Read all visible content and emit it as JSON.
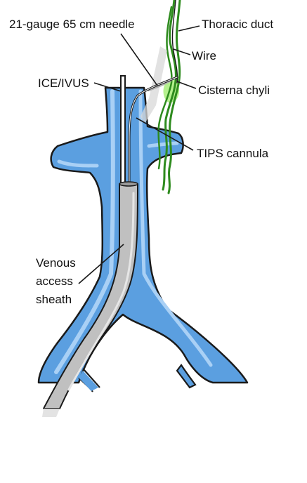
{
  "labels": {
    "needle": "21-gauge 65 cm needle",
    "thoracic_duct": "Thoracic duct",
    "wire": "Wire",
    "ice_ivus": "ICE/IVUS",
    "cisterna_chyli": "Cisterna chyli",
    "tips_cannula": "TIPS cannula",
    "sheath_line1": "Venous",
    "sheath_line2": "access",
    "sheath_line3": "sheath"
  },
  "colors": {
    "vein_fill": "#5b9fe0",
    "vein_highlight": "#a9d0f5",
    "vein_outline": "#1a1a1a",
    "lymphatic": "#2e8b1e",
    "cisterna_glow": "#a8ee7a",
    "sheath_fill": "#c0c0c0",
    "needle_fill": "#d8d8d8"
  }
}
